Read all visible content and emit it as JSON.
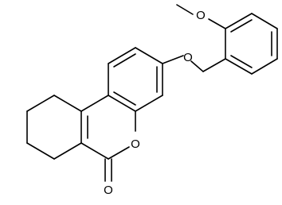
{
  "molecule": {
    "atom_labels": {
      "methoxy_oxygen": "O",
      "ether_oxygen": "O",
      "ring_oxygen": "O",
      "carbonyl_oxygen": "O"
    },
    "line_color": "#000000",
    "background": "#ffffff"
  }
}
